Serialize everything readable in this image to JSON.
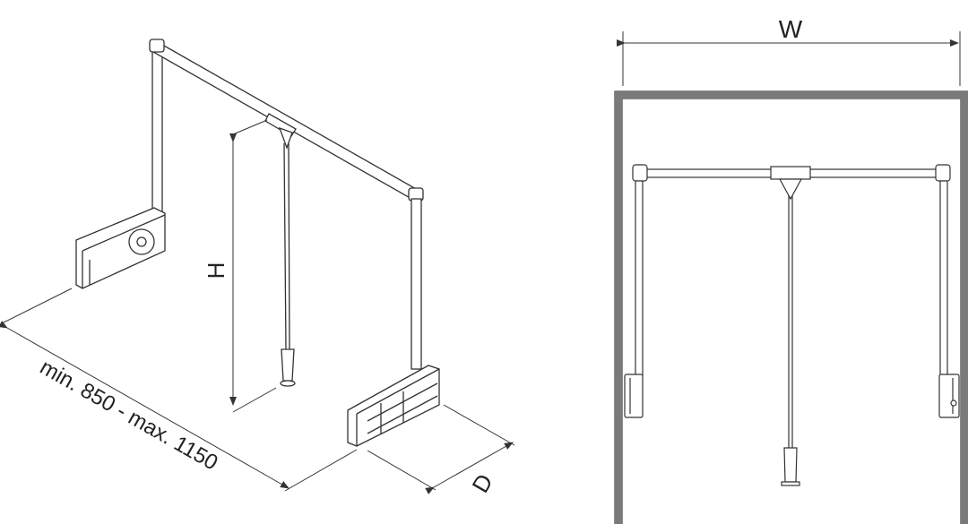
{
  "labels": {
    "width": "W",
    "height": "H",
    "depth": "D",
    "range": "min. 850 - max. 1150"
  },
  "colors": {
    "line": "#333333",
    "cabinet": "#777777"
  }
}
